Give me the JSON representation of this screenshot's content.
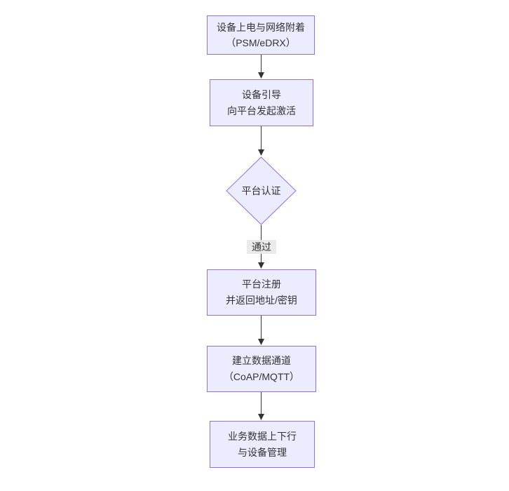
{
  "diagram": {
    "type": "flowchart",
    "direction": "top-down",
    "colors": {
      "background": "#ffffff",
      "node_fill": "#ECECFF",
      "node_border": "#9370DB",
      "text": "#333333",
      "edge": "#333333",
      "edge_label_bg": "#e8e8e8"
    },
    "nodes": [
      {
        "id": "power-attach",
        "shape": "rect",
        "lines": [
          "设备上电与网络附着",
          "（PSM/eDRX）"
        ]
      },
      {
        "id": "device-bootstrap",
        "shape": "rect",
        "lines": [
          "设备引导",
          "向平台发起激活"
        ]
      },
      {
        "id": "platform-auth",
        "shape": "diamond",
        "lines": [
          "平台认证"
        ]
      },
      {
        "id": "platform-register",
        "shape": "rect",
        "lines": [
          "平台注册",
          "并返回地址/密钥"
        ]
      },
      {
        "id": "data-channel",
        "shape": "rect",
        "lines": [
          "建立数据通道",
          "（CoAP/MQTT）"
        ]
      },
      {
        "id": "business-data",
        "shape": "rect",
        "lines": [
          "业务数据上下行",
          "与设备管理"
        ]
      }
    ],
    "edges": [
      {
        "from": "power-attach",
        "to": "device-bootstrap",
        "label": ""
      },
      {
        "from": "device-bootstrap",
        "to": "platform-auth",
        "label": ""
      },
      {
        "from": "platform-auth",
        "to": "platform-register",
        "label": "通过"
      },
      {
        "from": "platform-register",
        "to": "data-channel",
        "label": ""
      },
      {
        "from": "data-channel",
        "to": "business-data",
        "label": ""
      }
    ]
  }
}
